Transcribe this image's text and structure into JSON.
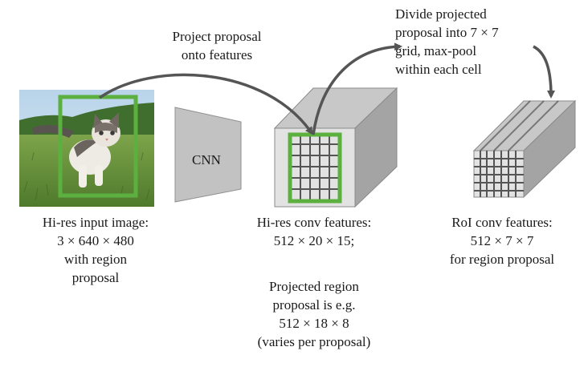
{
  "input_image": {
    "caption": [
      "Hi-res input image:",
      "3 × 640 × 480",
      "with region",
      "proposal"
    ]
  },
  "cnn": {
    "label": "CNN"
  },
  "conv_features": {
    "caption": [
      "Hi-res conv features:",
      "512 × 20 × 15;"
    ],
    "note": [
      "Projected region",
      "proposal is e.g.",
      "512 × 18 × 8",
      "(varies per proposal)"
    ]
  },
  "roi_features": {
    "caption": [
      "RoI conv features:",
      "512 × 7 × 7",
      "for region proposal"
    ]
  },
  "annotations": {
    "project": [
      "Project proposal",
      "onto features"
    ],
    "divide": [
      "Divide projected",
      "proposal into 7 × 7",
      "grid, max-pool",
      "within each cell"
    ]
  },
  "colors": {
    "proposal_box": "#5cb040",
    "block_front": "#e2e2e2",
    "block_top": "#c8c8c8",
    "block_side": "#a4a4a4",
    "arrow": "#555555",
    "grid_line": "#555555"
  }
}
